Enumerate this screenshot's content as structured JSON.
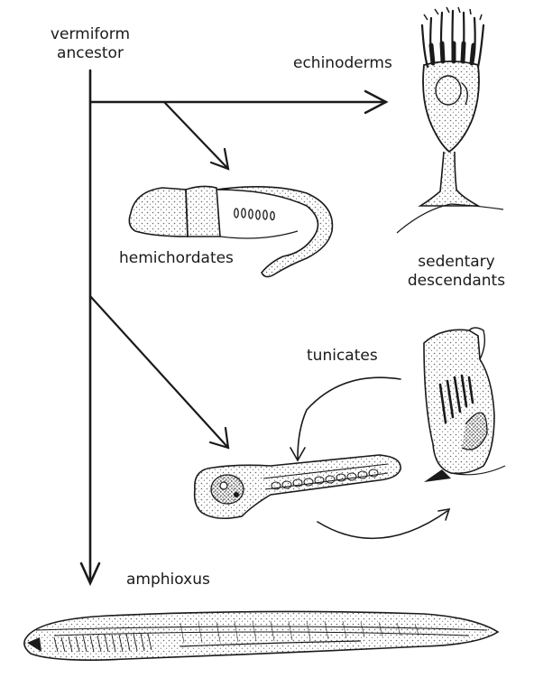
{
  "labels": {
    "ancestor_line1": "vermiform",
    "ancestor_line2": "ancestor",
    "echinoderms": "echinoderms",
    "hemichordates": "hemichordates",
    "sedentary_line1": "sedentary",
    "sedentary_line2": "descendants",
    "tunicates": "tunicates",
    "amphioxus": "amphioxus"
  },
  "colors": {
    "ink": "#1a1a1a",
    "stipple": "#6a6a6a",
    "background": "#ffffff"
  }
}
